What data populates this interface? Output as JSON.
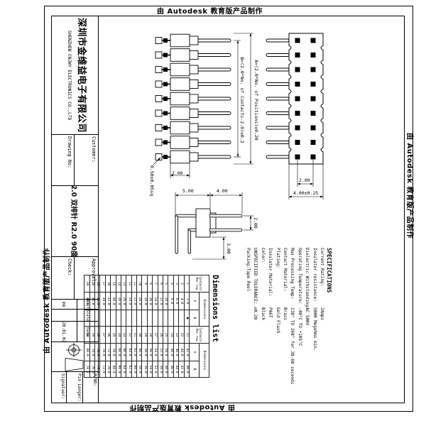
{
  "banners": {
    "watermark": "由 Autodesk 教育版产品制作"
  },
  "title_block": {
    "company_cn": "深圳市金维益电子有限公司",
    "company_en": "SHENZHEN CNJWY ELECTRONICS CO.,LTD",
    "customer_label": "Customer:",
    "drawing_no_label": "Drawing No:",
    "drawing_title": "2.0 双排针 R2.0 90度",
    "approval_label": "Approval:",
    "check_label": "Check:",
    "unit_label": "Unit",
    "unit_value": "mm",
    "scale_label": "Scale",
    "scale_value": "",
    "date_label": "Date",
    "date_value": "20.01.02",
    "pno_label": "P/NO:",
    "pin_longer_label": "Pin Longer:",
    "signature_label": "Signatuer:"
  },
  "specifications": {
    "heading": "SPECIFICATIONS",
    "items": [
      {
        "label": "Current Rating:",
        "value": "2Amps"
      },
      {
        "label": "Insulator resistance:",
        "value": "5000 Megohms min."
      },
      {
        "label": "Dielectric Withstanding:",
        "value": "AC 500V"
      },
      {
        "label": "Operating Temperature:",
        "value": "-40°C TO +105°C"
      },
      {
        "label": "Max Processing Temp:",
        "value": "230° TO 260° for 30-60 seconds"
      },
      {
        "label": "Contact Material:",
        "value": "Brass"
      },
      {
        "label": "Plating:",
        "value": "Gold Flash"
      },
      {
        "label": "Insulator Material:",
        "value": "PA6T"
      },
      {
        "label": "Color:",
        "value": "Black"
      }
    ],
    "tolerance_note": "UNSPECIFIED TOLERANCE: ±0.20",
    "packing_note": "Packing:Tape Reel"
  },
  "dimensions": {
    "dim_a": "A=(2.0*No. of Positions)±0.20",
    "dim_b": "B=(2.0*No. of Contacts-2.0)±0.2",
    "pitch": "2.00",
    "row_spacing": "2.00",
    "body_width": "4.00±0.25",
    "pin_sq": "0.50±0.05sq",
    "pin_gap": "2.00",
    "dim_5": "5.00",
    "dim_4": "4.00",
    "dim_3": "3.00"
  },
  "dimensions_table": {
    "title": "Dimensions list",
    "headers": {
      "contacts": "Contacts Per row",
      "dimensions": "Dimensions",
      "a": "A",
      "b": "B"
    },
    "rows": [
      [
        "1",
        "2.0",
        "●",
        "21",
        "42.0",
        "40.0"
      ],
      [
        "2",
        "4.0",
        "",
        "22",
        "44.0",
        "42.0"
      ],
      [
        "3",
        "6.0",
        "",
        "23",
        "46.0",
        "44.0"
      ],
      [
        "4",
        "8.0",
        "",
        "24",
        "48.0",
        "46.0"
      ],
      [
        "5",
        "10.0",
        "",
        "25",
        "50.0",
        "48.0"
      ],
      [
        "6",
        "12.0",
        "",
        "26",
        "52.0",
        "50.0"
      ],
      [
        "7",
        "14.0",
        "",
        "27",
        "54.0",
        "52.0"
      ],
      [
        "8",
        "16.0",
        "",
        "28",
        "56.0",
        "54.0"
      ],
      [
        "9",
        "18.0",
        "",
        "29",
        "58.0",
        "56.0"
      ],
      [
        "10",
        "20.0",
        "",
        "30",
        "60.0",
        "58.0"
      ],
      [
        "11",
        "22.0",
        "",
        "31",
        "62.0",
        "60.0"
      ],
      [
        "12",
        "24.0",
        "",
        "32",
        "64.0",
        "62.0"
      ],
      [
        "13",
        "26.0",
        "",
        "33",
        "66.0",
        "64.0"
      ],
      [
        "14",
        "28.0",
        "",
        "34",
        "68.0",
        "66.0"
      ],
      [
        "15",
        "30.0",
        "",
        "35",
        "70.0",
        "68.0"
      ],
      [
        "16",
        "32.0",
        "",
        "36",
        "72.0",
        "70.0"
      ],
      [
        "17",
        "34.0",
        "",
        "37",
        "74.0",
        "72.0"
      ],
      [
        "18",
        "36.0",
        "",
        "38",
        "76.0",
        "74.0"
      ],
      [
        "19",
        "38.0",
        "",
        "39",
        "78.0",
        "76.0"
      ],
      [
        "20",
        "40.0",
        "",
        "40",
        "80.0",
        "78.0"
      ]
    ]
  }
}
